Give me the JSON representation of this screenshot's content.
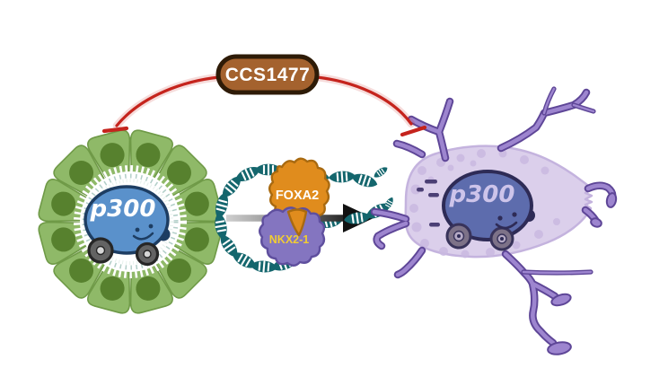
{
  "labels": {
    "inhibitor": "CCS1477",
    "p300_left": "p300",
    "p300_right": "p300",
    "foxa2": "FOXA2",
    "nkx2_1": "NKX2-1"
  },
  "colors": {
    "background": "#FFFFFF",
    "pill_fill": "#A4622E",
    "pill_border": "#2E1B07",
    "pill_text": "#FFFFFF",
    "inhibit_red": "#C5241D",
    "cell_green": "#8FB968",
    "cell_green_border": "#6F9A47",
    "nucleus_green": "#57812E",
    "lumen_white": "#FFFFFF",
    "cilia_teal": "#A9C9C1",
    "car_blue": "#5A91CB",
    "car_blue_outline": "#1D3D62",
    "car_text_left": "#FFFFFF",
    "wheel_gray": "#636363",
    "wheel_dark": "#262626",
    "wheel_hub": "#D6D6D6",
    "dna_teal": "#14666D",
    "arrow_dark": "#111111",
    "foxa2_fill": "#E08C1D",
    "foxa2_border": "#A96A10",
    "foxa2_text": "#FFFFFF",
    "nkx_fill": "#8475C0",
    "nkx_border": "#5F4F9E",
    "nkx_text": "#F1CD32",
    "ne_body": "#DBCFEB",
    "ne_body_border": "#C4B3DE",
    "granule": "#C9B9E0",
    "dash_mark": "#4B3F75",
    "dendrite_dark": "#5E4697",
    "dendrite_light": "#9D85CF",
    "car_purple": "#5D6CAD",
    "car_purple_outline": "#2E2B56",
    "car_text_right": "#CDC4EA",
    "wheel_purple": "#7D7288",
    "wheel_purple_dark": "#38335A",
    "wheel_purple_hub": "#B4A9C4"
  }
}
